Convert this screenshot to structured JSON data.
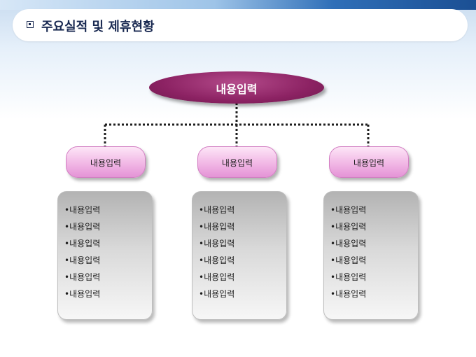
{
  "title": "주요실적 및 제휴현황",
  "root": {
    "label": "내용입력"
  },
  "branches": [
    {
      "label": "내용입력",
      "items": [
        "•내용입력",
        "•내용입력",
        "•내용입력",
        "•내용입력",
        "•내용입력",
        "•내용입력"
      ]
    },
    {
      "label": "내용입력",
      "items": [
        "•내용입력",
        "•내용입력",
        "•내용입력",
        "•내용입력",
        "•내용입력",
        "•내용입력"
      ]
    },
    {
      "label": "내용입력",
      "items": [
        "•내용입력",
        "•내용입력",
        "•내용입력",
        "•내용입력",
        "•내용입력",
        "•내용입력"
      ]
    }
  ],
  "colors": {
    "title_text": "#1a2a52",
    "root_fill": "#8c2263",
    "child_fill": "#f1b7e5",
    "box_fill": "#d9d9d9",
    "connector": "#1d1d1d"
  }
}
